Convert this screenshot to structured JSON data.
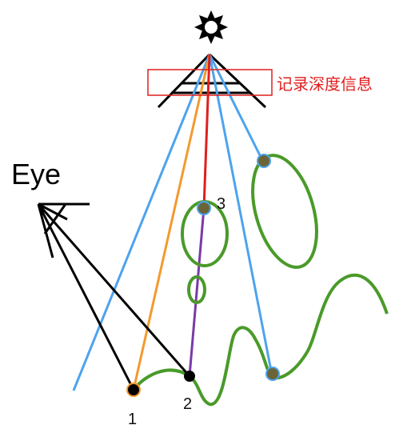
{
  "labels": {
    "eye": "Eye",
    "depth_box": "记录深度信息",
    "point_1": "1",
    "point_2": "2",
    "point_3": "3"
  },
  "colors": {
    "blue_ray": "#4da3ee",
    "orange_ray": "#f29a2e",
    "red_ray": "#e01f1f",
    "purple_ray": "#7a3aa8",
    "green_curve": "#4a9a2a",
    "depth_box": "#e01f1f",
    "point_fill": "#6b6436",
    "black": "#000000"
  },
  "icons": {
    "light_source": "sun-icon",
    "camera_frustum": "frustum-icon"
  }
}
